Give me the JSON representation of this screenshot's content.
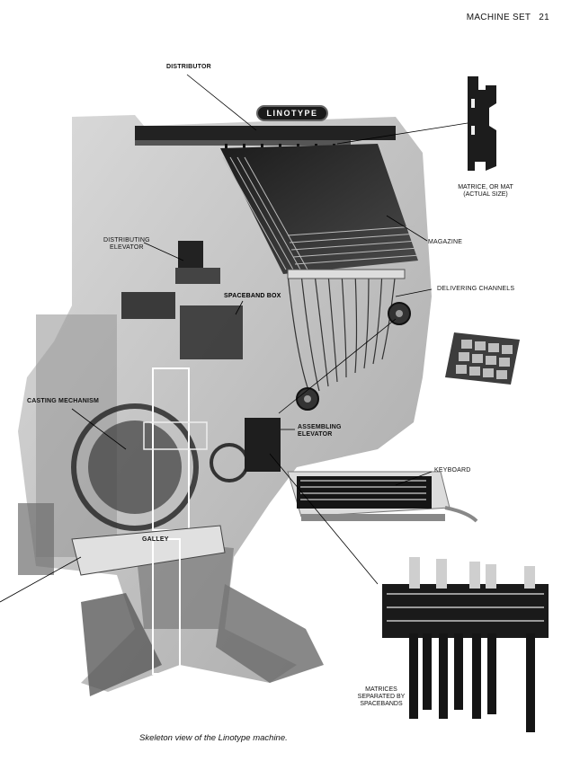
{
  "header": {
    "section": "MACHINE SET",
    "page_number": "21"
  },
  "machine_plate": "LINOTYPE",
  "labels": {
    "distributor": "DISTRIBUTOR",
    "matrice": "MATRICE, OR MAT\n(ACTUAL SIZE)",
    "distributing_elevator": "DISTRIBUTING\nELEVATOR",
    "magazine": "MAGAZINE",
    "spaceband_box": "SPACEBAND BOX",
    "delivering_channels": "DELIVERING CHANNELS",
    "casting_mechanism": "CASTING MECHANISM",
    "assembling_elevator": "ASSEMBLING\nELEVATOR",
    "keyboard": "KEYBOARD",
    "galley": "GALLEY",
    "matrices_separated": "MATRICES\nSEPARATED BY\nSPACEBANDS"
  },
  "caption": "Skeleton view of the Linotype machine."
}
